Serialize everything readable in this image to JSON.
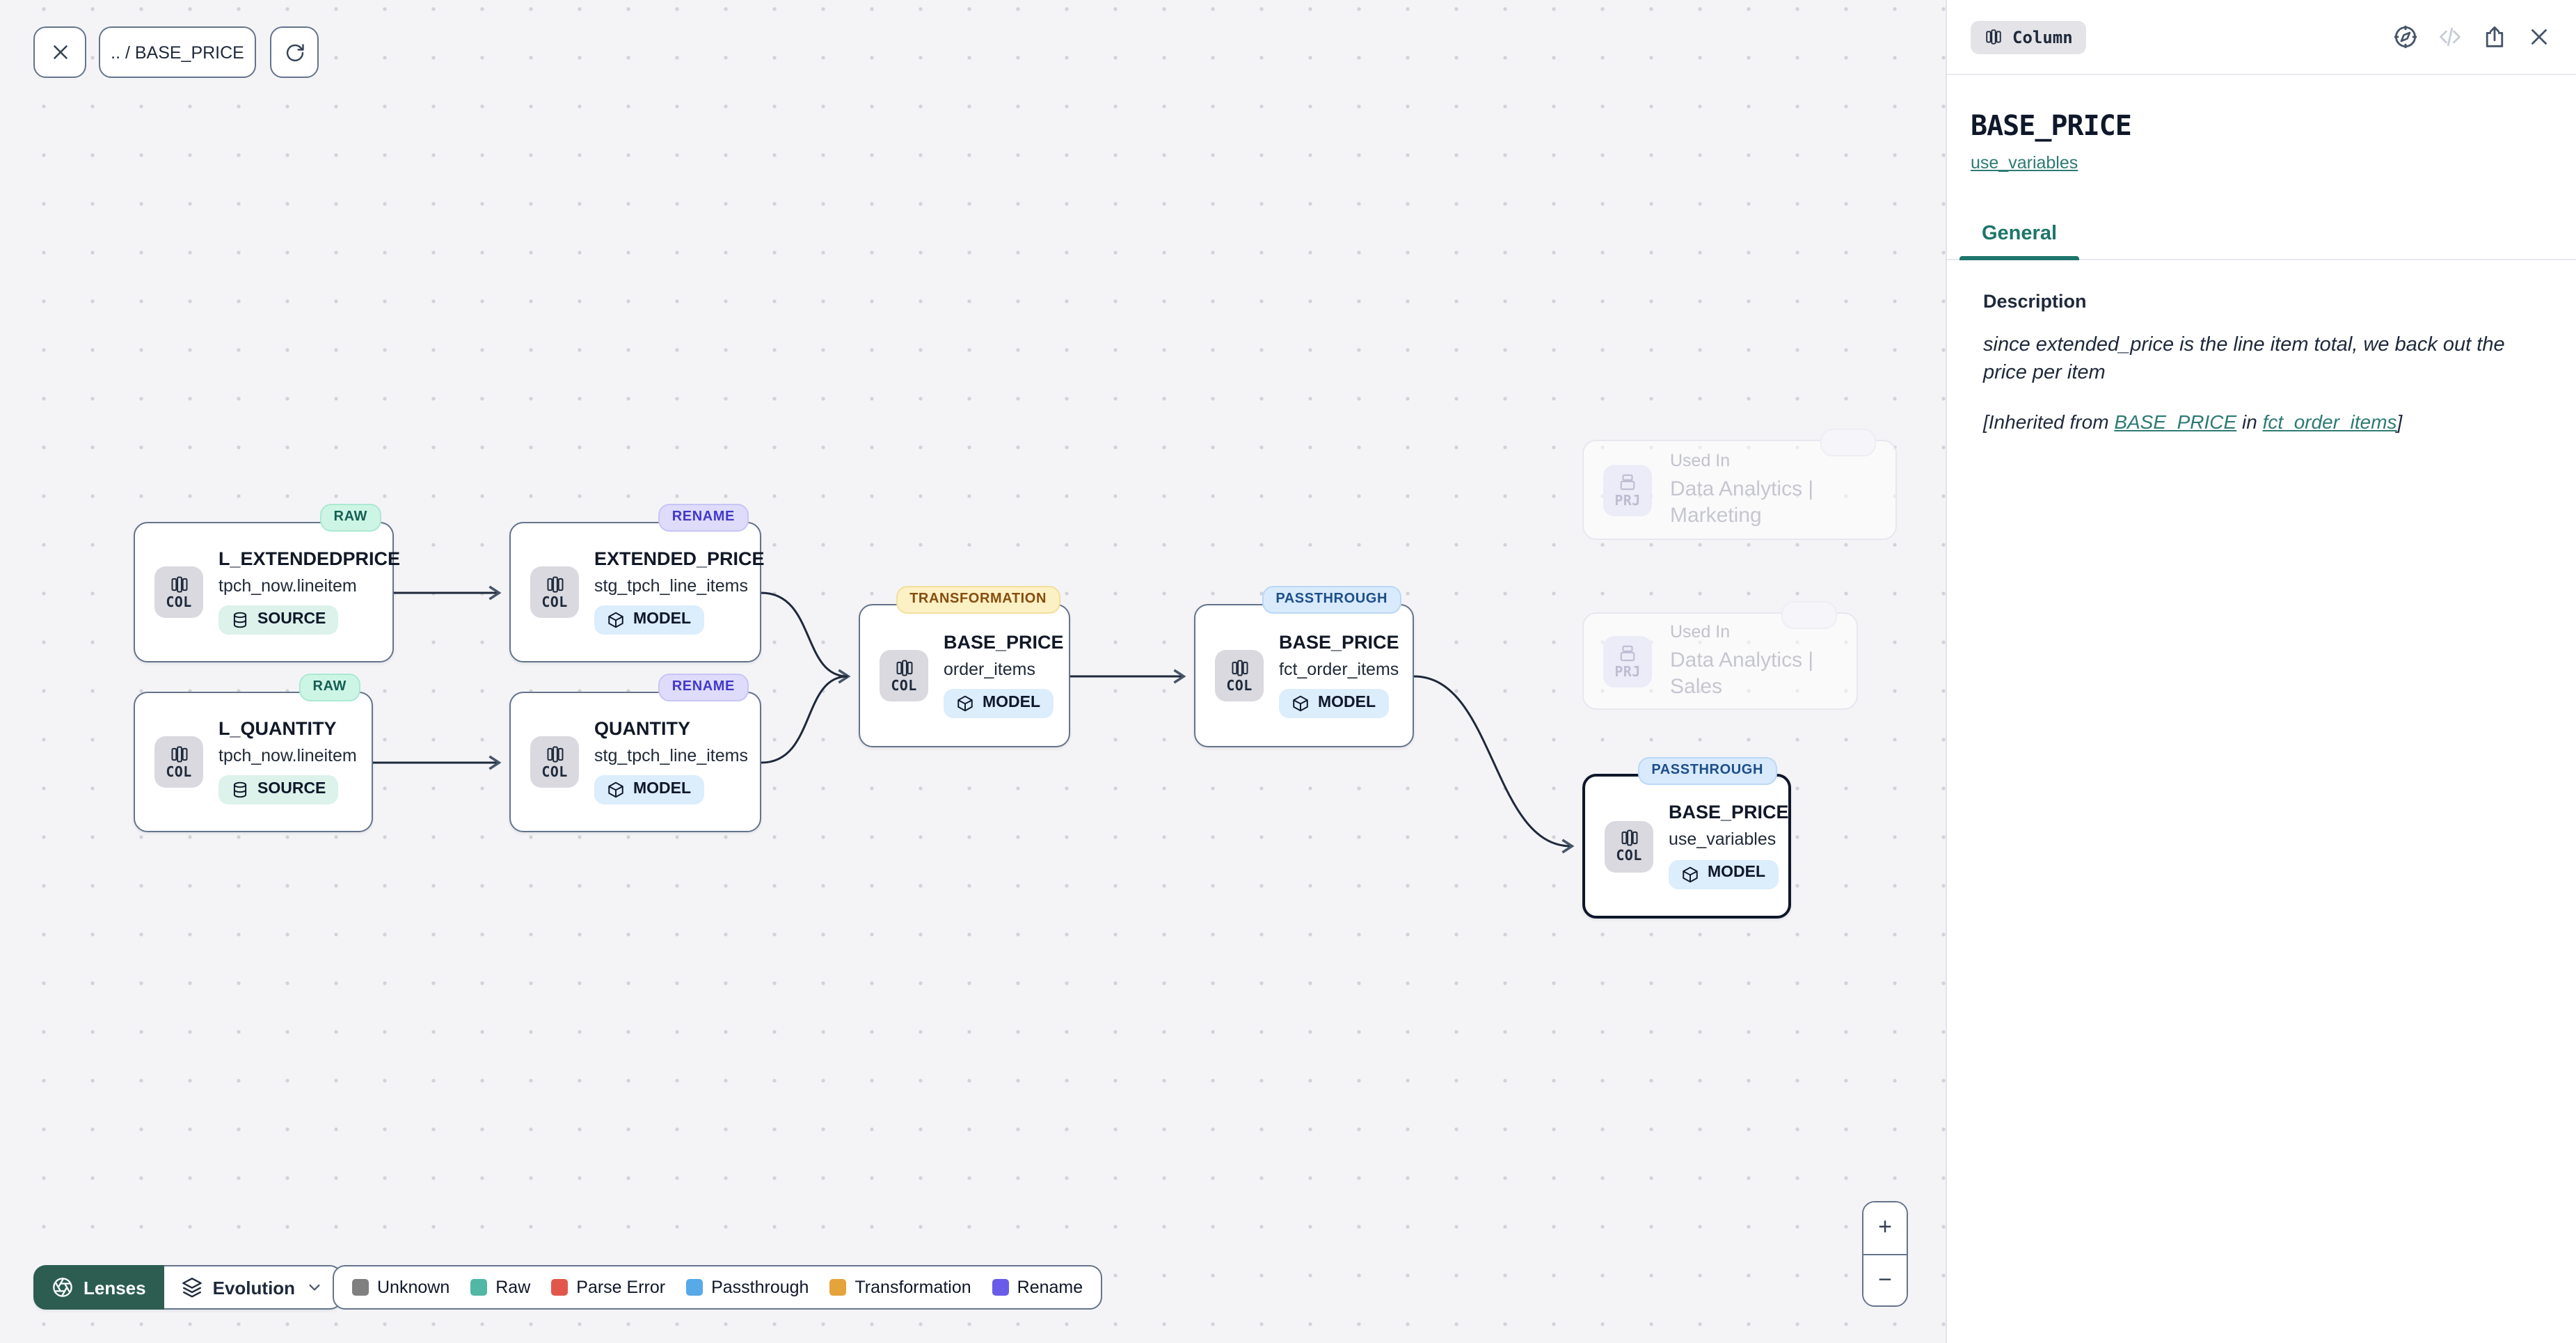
{
  "colors": {
    "accent_teal": "#1d756b",
    "link_teal": "#2d7a74",
    "lenses_green": "#2d5d51",
    "selection_dark": "#0f172a",
    "status": {
      "raw_badge_bg": "#cdf5e5",
      "rename_badge_bg": "#dedcfa",
      "transformation_badge_bg": "#fcf0c5",
      "passthrough_badge_bg": "#d9eafc"
    }
  },
  "toolbar": {
    "breadcrumb": ".. / BASE_PRICE"
  },
  "canvas": {
    "col_chip": "COL",
    "prj_chip": "PRJ",
    "nodes": [
      {
        "status": "RAW",
        "title": "L_EXTENDEDPRICE",
        "subtitle": "tpch_now.lineitem",
        "kind": "SOURCE"
      },
      {
        "status": "RENAME",
        "title": "EXTENDED_PRICE",
        "subtitle": "stg_tpch_line_items",
        "kind": "MODEL"
      },
      {
        "status": "RAW",
        "title": "L_QUANTITY",
        "subtitle": "tpch_now.lineitem",
        "kind": "SOURCE"
      },
      {
        "status": "RENAME",
        "title": "QUANTITY",
        "subtitle": "stg_tpch_line_items",
        "kind": "MODEL"
      },
      {
        "status": "TRANSFORMATION",
        "title": "BASE_PRICE",
        "subtitle": "order_items",
        "kind": "MODEL"
      },
      {
        "status": "PASSTHROUGH",
        "title": "BASE_PRICE",
        "subtitle": "fct_order_items",
        "kind": "MODEL"
      },
      {
        "status": "PASSTHROUGH",
        "title": "BASE_PRICE",
        "subtitle": "use_variables",
        "kind": "MODEL"
      }
    ],
    "ghosts": [
      {
        "label": "Used In",
        "title": "Data Analytics | Marketing"
      },
      {
        "label": "Used In",
        "title": "Data Analytics | Sales"
      }
    ]
  },
  "footer": {
    "lenses": "Lenses",
    "view": "Evolution",
    "legend": [
      {
        "label": "Unknown",
        "color": "#808080"
      },
      {
        "label": "Raw",
        "color": "#52b7a5"
      },
      {
        "label": "Parse Error",
        "color": "#e2574c"
      },
      {
        "label": "Passthrough",
        "color": "#57a9e8"
      },
      {
        "label": "Transformation",
        "color": "#e5a33c"
      },
      {
        "label": "Rename",
        "color": "#695ce8"
      }
    ],
    "zoom_in": "+",
    "zoom_out": "−"
  },
  "panel": {
    "type_badge": "Column",
    "title": "BASE_PRICE",
    "model_link": "use_variables",
    "tab": "General",
    "description_heading": "Description",
    "description": "since extended_price is the line item total, we back out the price per item",
    "inherited": {
      "prefix": "[Inherited from ",
      "model": "BASE_PRICE",
      "infix": " in ",
      "table": "fct_order_items",
      "suffix": "]"
    }
  }
}
